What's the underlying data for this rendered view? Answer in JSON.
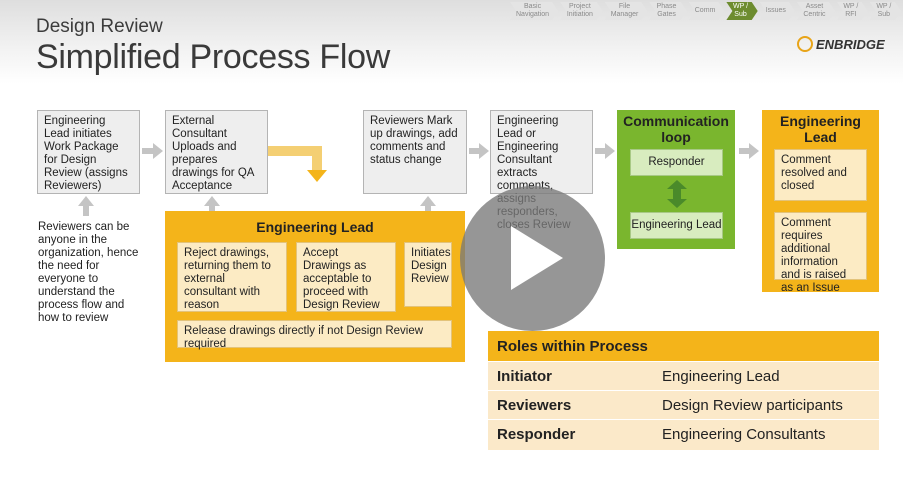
{
  "header": {
    "subtitle": "Design Review",
    "title": "Simplified Process Flow",
    "logo_text": "ENBRIDGE"
  },
  "breadcrumb": [
    {
      "label": "Basic Navigation",
      "active": false
    },
    {
      "label": "Project Initiation",
      "active": false
    },
    {
      "label": "File Manager",
      "active": false
    },
    {
      "label": "Phase Gates",
      "active": false
    },
    {
      "label": "Comm",
      "active": false
    },
    {
      "label": "WP / Sub",
      "active": true
    },
    {
      "label": "Issues",
      "active": false
    },
    {
      "label": "Asset Centric",
      "active": false
    },
    {
      "label": "WP / RFI",
      "active": false
    },
    {
      "label": "WP / Sub",
      "active": false
    }
  ],
  "flow": {
    "box1": "Engineering Lead initiates\nWork Package for Design Review (assigns Reviewers)",
    "box2": "External Consultant Uploads and prepares drawings for QA Acceptance",
    "box3": "Reviewers Mark up drawings, add comments and status change",
    "box4": "Engineering Lead or Engineering Consultant extracts comments, assigns responders, closes Review",
    "note": "Reviewers can be anyone in the organization, hence the need for everyone to understand the process flow and how to review"
  },
  "eng_lead_panel": {
    "title": "Engineering Lead",
    "reject": "Reject drawings, returning them to external consultant with reason",
    "accept": "Accept Drawings as acceptable to proceed with Design Review",
    "initiates": "Initiates Design Review",
    "release": "Release drawings directly if not Design Review required"
  },
  "comm_loop": {
    "title": "Communication loop",
    "responder": "Responder",
    "eng_lead": "Engineering Lead"
  },
  "eng_lead_right": {
    "title": "Engineering Lead",
    "comment1": "Comment resolved and closed",
    "comment2": "Comment requires additional information and is raised as an Issue"
  },
  "roles": {
    "header": "Roles within Process",
    "rows": [
      {
        "role": "Initiator",
        "who": "Engineering Lead"
      },
      {
        "role": "Reviewers",
        "who": "Design Review participants"
      },
      {
        "role": "Responder",
        "who": "Engineering Consultants"
      }
    ]
  },
  "colors": {
    "orange": "#f4b41a",
    "green": "#7ab62e",
    "active_crumb": "#6d8c2f"
  },
  "icons": {
    "play": "play-icon",
    "logo": "enbridge-logo-icon"
  }
}
